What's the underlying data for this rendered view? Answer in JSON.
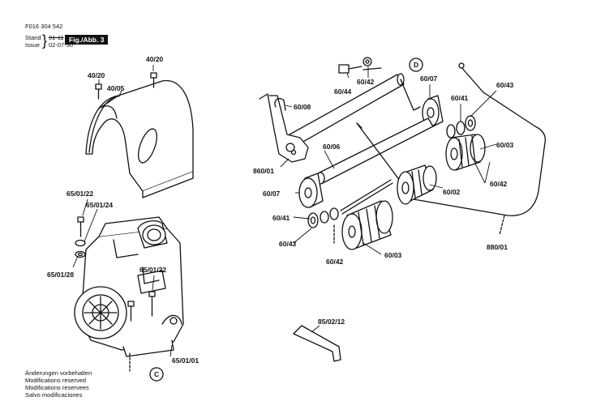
{
  "header": {
    "doc_number": "F016 304 542",
    "stand_label": "Stand",
    "stand_value": "01-11",
    "issue_label": "Issue",
    "issue_value": "02-07-30",
    "figure_label": "Fig./Abb. 3"
  },
  "footer_notes": [
    "Änderungen vorbehalten",
    "Modifications reserved",
    "Modifications reservees",
    "Salvo modificaciones"
  ],
  "callouts": {
    "top_left_screw_right": "40/20",
    "top_left_screw_left": "40/20",
    "hood": "40/05",
    "engine_top_screw": "65/01/22",
    "engine_washer": "65/01/24",
    "engine_side_washer": "65/01/28",
    "engine_mid_screw": "65/01/22",
    "engine_base": "65/01/01",
    "circle_c": "C",
    "circle_d": "D",
    "bolt_top": "60/42",
    "bolt_top_left": "60/44",
    "clip": "60/08",
    "upper_roller": "60/07",
    "upper_washer_a": "60/41",
    "upper_washer_b": "60/43",
    "upper_drum": "60/03",
    "upper_drum_bolt": "60/42",
    "frame": "860/01",
    "shaft": "60/06",
    "mid_drum": "60/02",
    "lower_roller": "60/07",
    "lower_washer_a": "60/41",
    "lower_washer_b": "60/43",
    "lower_bolt": "60/42",
    "lower_drum": "60/03",
    "handle": "880/01",
    "hex_key": "85/02/12"
  }
}
